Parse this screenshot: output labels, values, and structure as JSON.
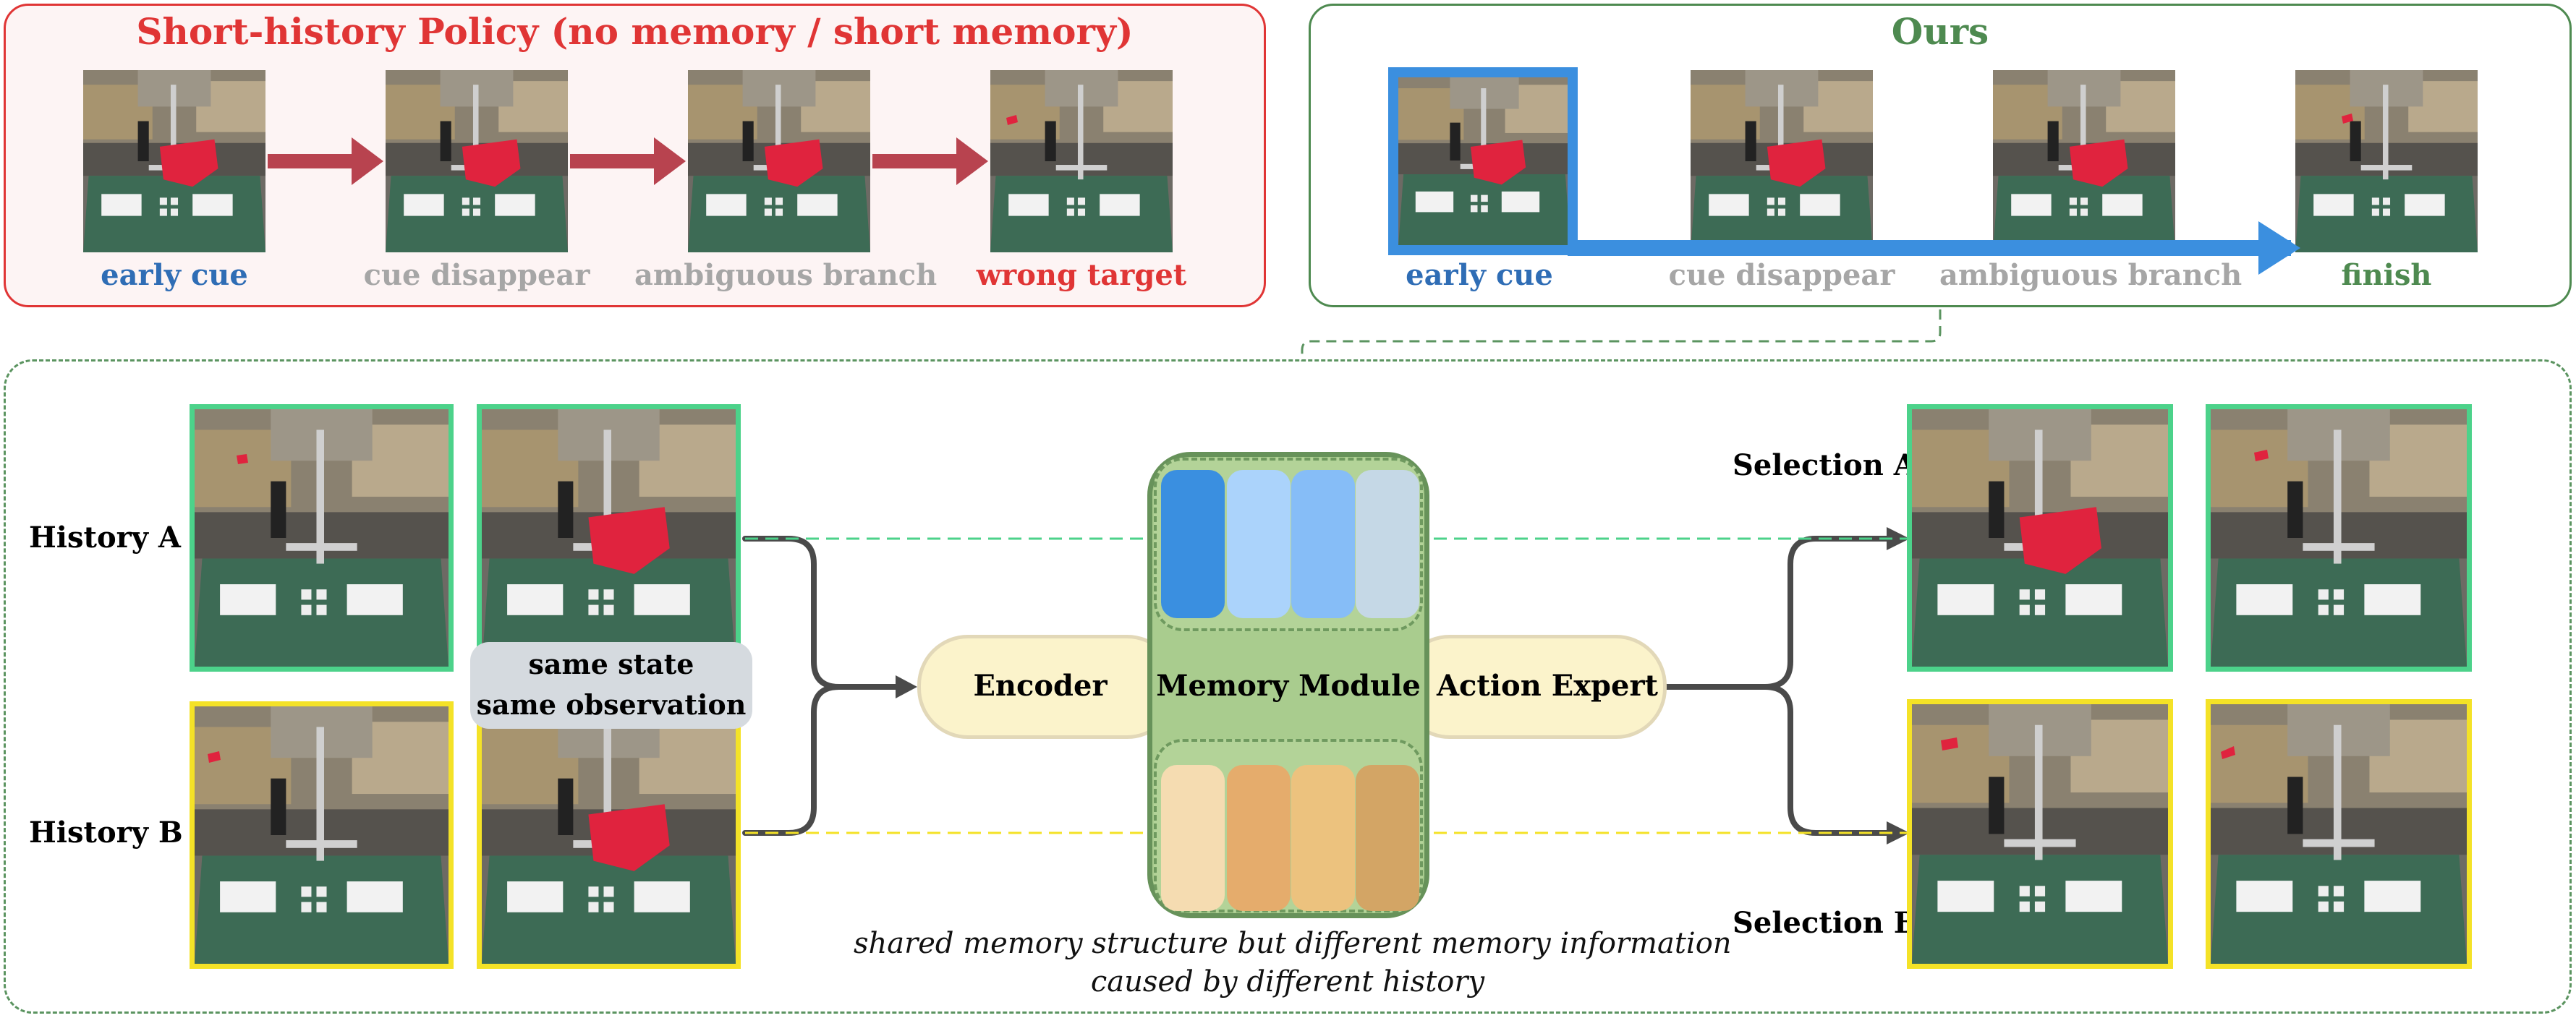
{
  "top_left": {
    "title": "Short-history Policy (no memory / short memory)",
    "captions": [
      "early cue",
      "cue disappear",
      "ambiguous branch",
      "wrong target"
    ]
  },
  "top_right": {
    "title": "Ours",
    "captions": [
      "early cue",
      "cue disappear",
      "ambiguous branch",
      "finish"
    ]
  },
  "main": {
    "history_a": "History A",
    "history_b": "History B",
    "same_state_line1": "same state",
    "same_state_line2": "same observation",
    "encoder": "Encoder",
    "memory_module": "Memory Module",
    "action_expert": "Action Expert",
    "selection_a": "Selection A",
    "selection_b": "Selection B",
    "note_line1": "shared memory structure but different memory information",
    "note_line2": "caused by different history"
  },
  "colors": {
    "red": "#e03535",
    "green": "#4e8a50",
    "blue_cue": "#2f6db5",
    "gray_text": "#a6a6a6",
    "history_a_border": "#4cd28a",
    "history_b_border": "#f4e227",
    "ours_arrow": "#3b8fdf",
    "short_arrow": "#b8434f",
    "memory_blue": [
      "#3a8fe0",
      "#abd3fb",
      "#86bdf7",
      "#c5d8e6"
    ],
    "memory_orange": [
      "#f5dcb1",
      "#e5ac6c",
      "#ecc27e",
      "#d3a565"
    ]
  }
}
